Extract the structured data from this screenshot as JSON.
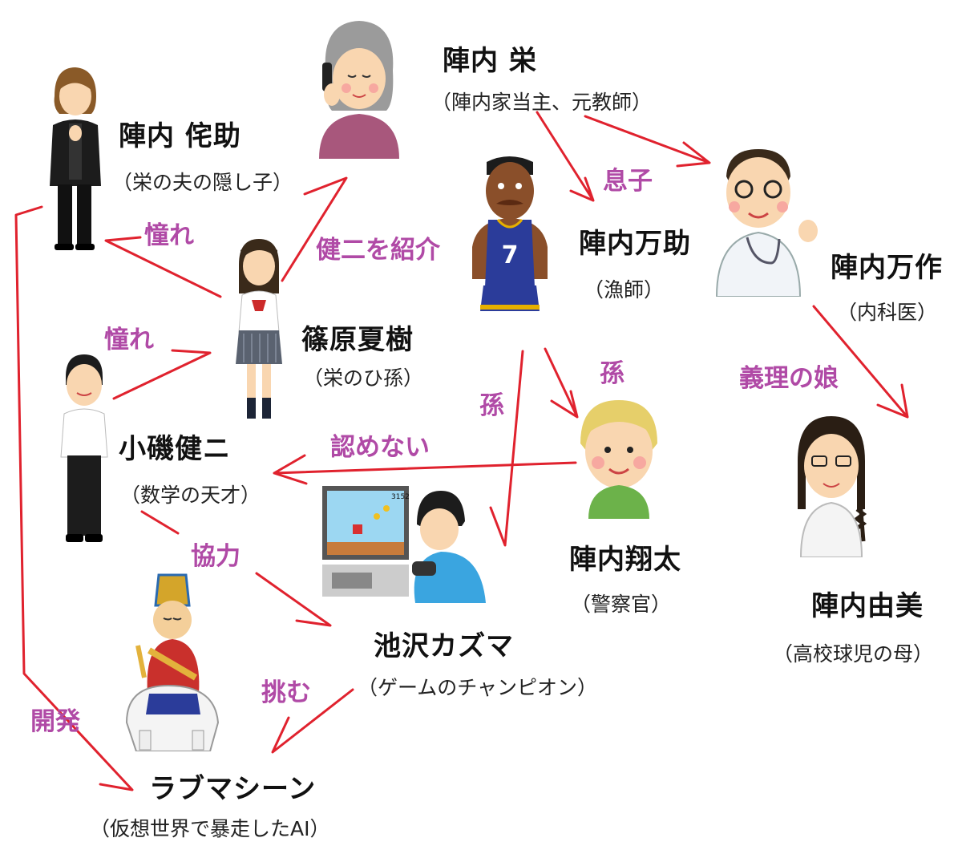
{
  "characters": {
    "sakae": {
      "name": "陣内 栄",
      "role": "（陣内家当主、元教師）",
      "icon": "grandmother-phone-icon"
    },
    "wabisuke": {
      "name": "陣内 侘助",
      "role": "（栄の夫の隠し子）",
      "icon": "man-in-black-suit-icon"
    },
    "mansuke": {
      "name": "陣内万助",
      "role": "（漁師）",
      "icon": "basketball-player-icon"
    },
    "mansaku": {
      "name": "陣内万作",
      "role": "（内科医）",
      "icon": "doctor-icon"
    },
    "natsuki": {
      "name": "篠原夏樹",
      "role": "（栄のひ孫）",
      "icon": "schoolgirl-icon"
    },
    "kenji": {
      "name": "小磯健ニ",
      "role": "（数学の天才）",
      "icon": "schoolboy-icon"
    },
    "shouta": {
      "name": "陣内翔太",
      "role": "（警察官）",
      "icon": "blond-boy-icon"
    },
    "yumi": {
      "name": "陣内由美",
      "role": "（高校球児の母）",
      "icon": "woman-glasses-icon"
    },
    "kazuma": {
      "name": "池沢カズマ",
      "role": "（ゲームのチャンピオン）",
      "icon": "boy-playing-videogame-icon"
    },
    "lovemachine": {
      "name": "ラブマシーン",
      "role": "（仮想世界で暴走したAI）",
      "icon": "deity-on-elephant-icon"
    }
  },
  "relations": {
    "son": "息子",
    "introduce_kenji": "健二を紹介",
    "longing_1": "憧れ",
    "longing_2": "憧れ",
    "grandson_1": "孫",
    "grandson_2": "孫",
    "daughter_in_law": "義理の娘",
    "disapprove": "認めない",
    "cooperate": "協力",
    "challenge": "挑む",
    "develop": "開発"
  },
  "colors": {
    "arrow": "#e0222e",
    "relation_label": "#b04aa6"
  }
}
